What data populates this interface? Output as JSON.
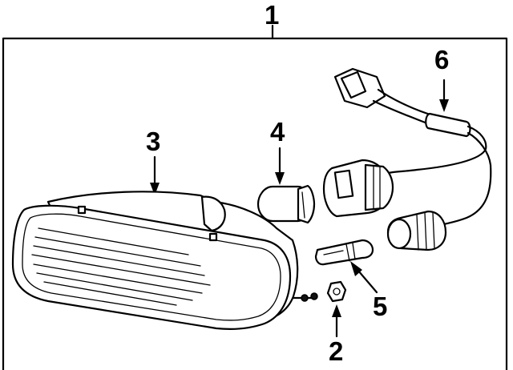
{
  "callouts": {
    "c1": "1",
    "c2": "2",
    "c3": "3",
    "c4": "4",
    "c5": "5",
    "c6": "6"
  },
  "parts": [
    {
      "callout": "1",
      "icon": "assembly-bracket"
    },
    {
      "callout": "2",
      "icon": "nut"
    },
    {
      "callout": "3",
      "icon": "fog-lamp-housing"
    },
    {
      "callout": "4",
      "icon": "bulb"
    },
    {
      "callout": "5",
      "icon": "wedge-bulb"
    },
    {
      "callout": "6",
      "icon": "wiring-harness"
    }
  ]
}
